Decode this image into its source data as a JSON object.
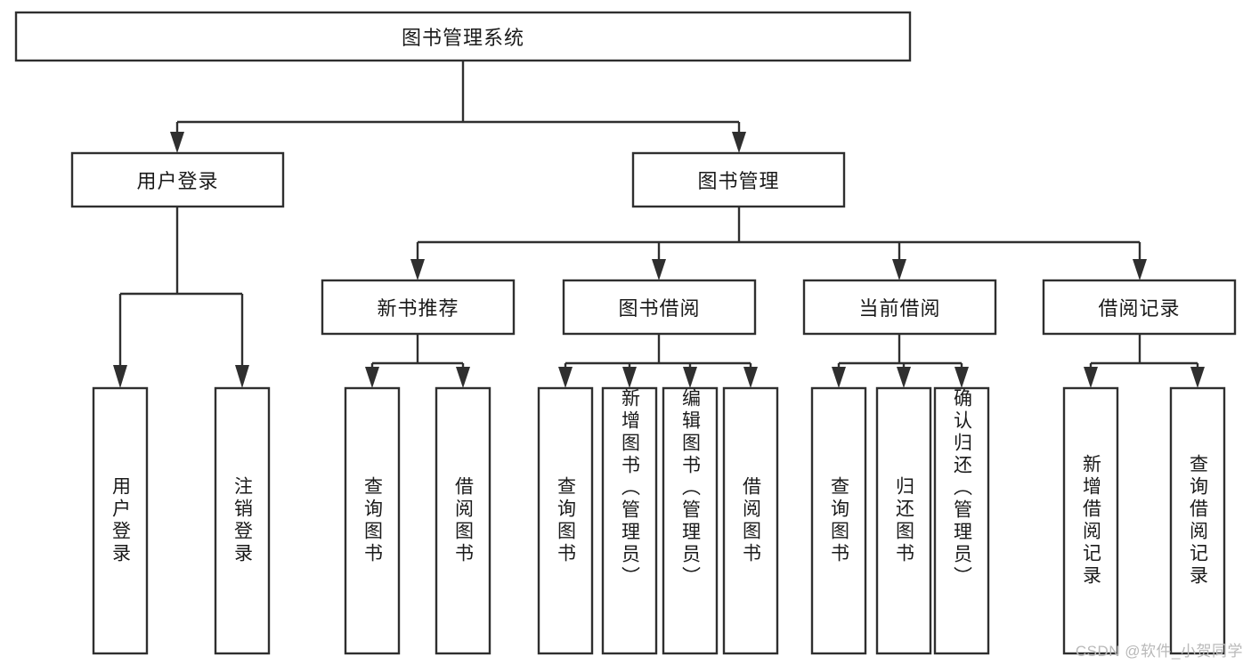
{
  "diagram": {
    "title": "图书管理系统",
    "type": "hierarchy-tree",
    "levels": 4,
    "colors": {
      "box_stroke": "#2f2f2f",
      "box_fill": "#ffffff",
      "connector": "#2f2f2f",
      "text": "#1a1a1a",
      "background": "#ffffff",
      "watermark": "#b9b9b9"
    },
    "root": {
      "label": "图书管理系统",
      "orientation": "horizontal"
    },
    "level2": [
      {
        "label": "用户登录",
        "orientation": "horizontal"
      },
      {
        "label": "图书管理",
        "orientation": "horizontal"
      }
    ],
    "level3": [
      {
        "label": "新书推荐",
        "orientation": "horizontal"
      },
      {
        "label": "图书借阅",
        "orientation": "horizontal"
      },
      {
        "label": "当前借阅",
        "orientation": "horizontal"
      },
      {
        "label": "借阅记录",
        "orientation": "horizontal"
      }
    ],
    "leaves": {
      "user_login": [
        {
          "label": "用户登录",
          "orientation": "vertical"
        },
        {
          "label": "注销登录",
          "orientation": "vertical"
        }
      ],
      "new_book_recommend": [
        {
          "label": "查询图书",
          "orientation": "vertical"
        },
        {
          "label": "借阅图书",
          "orientation": "vertical"
        }
      ],
      "book_borrow": [
        {
          "label": "查询图书",
          "orientation": "vertical"
        },
        {
          "label": "新增图书（管理员）",
          "orientation": "vertical"
        },
        {
          "label": "编辑图书（管理员）",
          "orientation": "vertical"
        },
        {
          "label": "借阅图书",
          "orientation": "vertical"
        }
      ],
      "current_borrow": [
        {
          "label": "查询图书",
          "orientation": "vertical"
        },
        {
          "label": "归还图书",
          "orientation": "vertical"
        },
        {
          "label": "确认归还（管理员）",
          "orientation": "vertical"
        }
      ],
      "borrow_record": [
        {
          "label": "新增借阅记录",
          "orientation": "vertical"
        },
        {
          "label": "查询借阅记录",
          "orientation": "vertical"
        }
      ]
    }
  },
  "watermark": {
    "text": "CSDN @软件_小贺同学"
  }
}
